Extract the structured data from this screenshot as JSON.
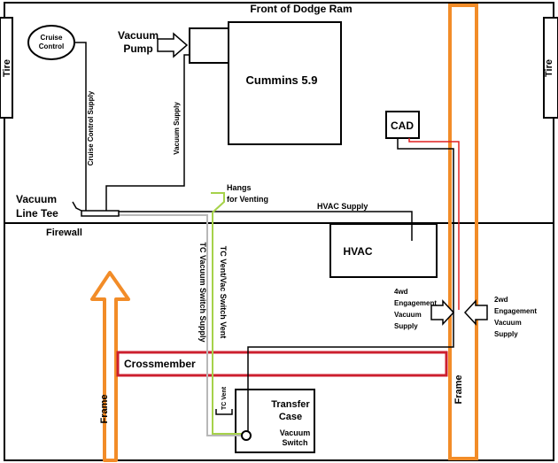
{
  "labels": {
    "front": "Front of Dodge Ram",
    "tire_left": "Tire",
    "tire_right": "Tire",
    "cruise_control_line1": "Cruise",
    "cruise_control_line2": "Control",
    "vacuum_pump_line1": "Vacuum",
    "vacuum_pump_line2": "Pump",
    "engine": "Cummins 5.9",
    "cad": "CAD",
    "cruise_control_supply": "Cruise Control Supply",
    "vacuum_supply": "Vacuum Supply",
    "hangs_line1": "Hangs",
    "hangs_line2": "for Venting",
    "hvac_supply": "HVAC Supply",
    "vacuum_line_tee_line1": "Vacuum",
    "vacuum_line_tee_line2": "Line Tee",
    "firewall": "Firewall",
    "hvac": "HVAC",
    "tc_vacuum_switch_supply": "TC Vacuum Switch Supply",
    "tc_vent_vac_switch_vent": "TC Vent/Vac Switch Vent",
    "engagement_4wd_line1": "4wd",
    "engagement_4wd_line2": "Engagement",
    "engagement_4wd_line3": "Vacuum",
    "engagement_4wd_line4": "Supply",
    "engagement_2wd_line1": "2wd",
    "engagement_2wd_line2": "Engagement",
    "engagement_2wd_line3": "Vacuum",
    "engagement_2wd_line4": "Supply",
    "crossmember": "Crossmember",
    "frame_left": "Frame",
    "frame_right": "Frame",
    "tc_vent": "TC Vent",
    "transfer_case_line1": "Transfer",
    "transfer_case_line2": "Case",
    "vacuum_switch_line1": "Vacuum",
    "vacuum_switch_line2": "Switch"
  },
  "colors": {
    "frame": "#F28C28",
    "crossmember": "#CC1F2E",
    "vent_line": "#A6D24A",
    "gray_line": "#B8B8B8",
    "red_line": "#E02020",
    "ink": "#000000"
  }
}
